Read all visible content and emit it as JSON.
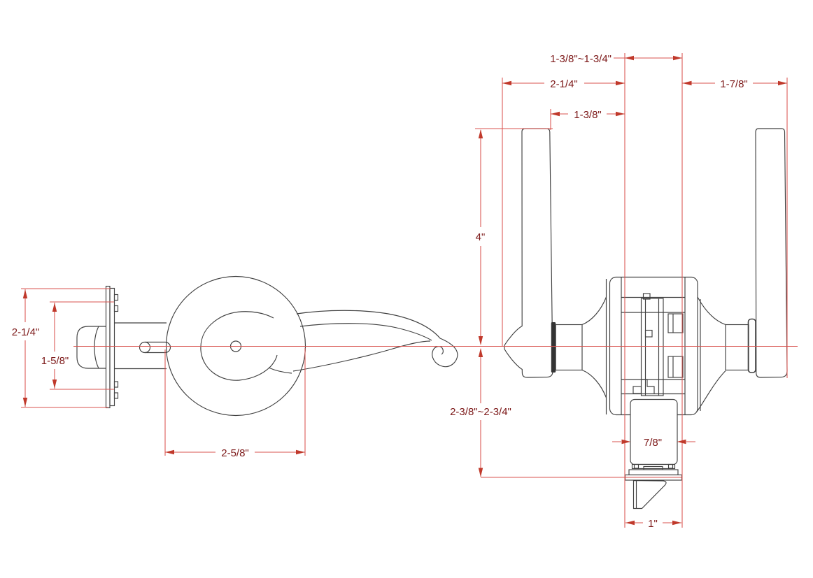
{
  "drawing": {
    "kind": "lockset dimension drawing",
    "colors": {
      "background": "#ffffff",
      "outline": "#404040",
      "dimension_line": "#d9534f",
      "dimension_arrow": "#c0392b",
      "dimension_text": "#7c1818"
    }
  },
  "dims": {
    "door_thickness": "1-3/8\"~1-3/4\"",
    "exterior_projection": "2-1/4\"",
    "lever_clearance": "1-3/8\"",
    "interior_projection": "1-7/8\"",
    "lever_length": "4\"",
    "backset": "2-3/8\"~2-3/4\"",
    "latch_case_width": "7/8\"",
    "faceplate_width": "1\"",
    "faceplate_height": "2-1/4\"",
    "screw_spacing": "1-5/8\"",
    "rose_diameter": "2-5/8\""
  }
}
